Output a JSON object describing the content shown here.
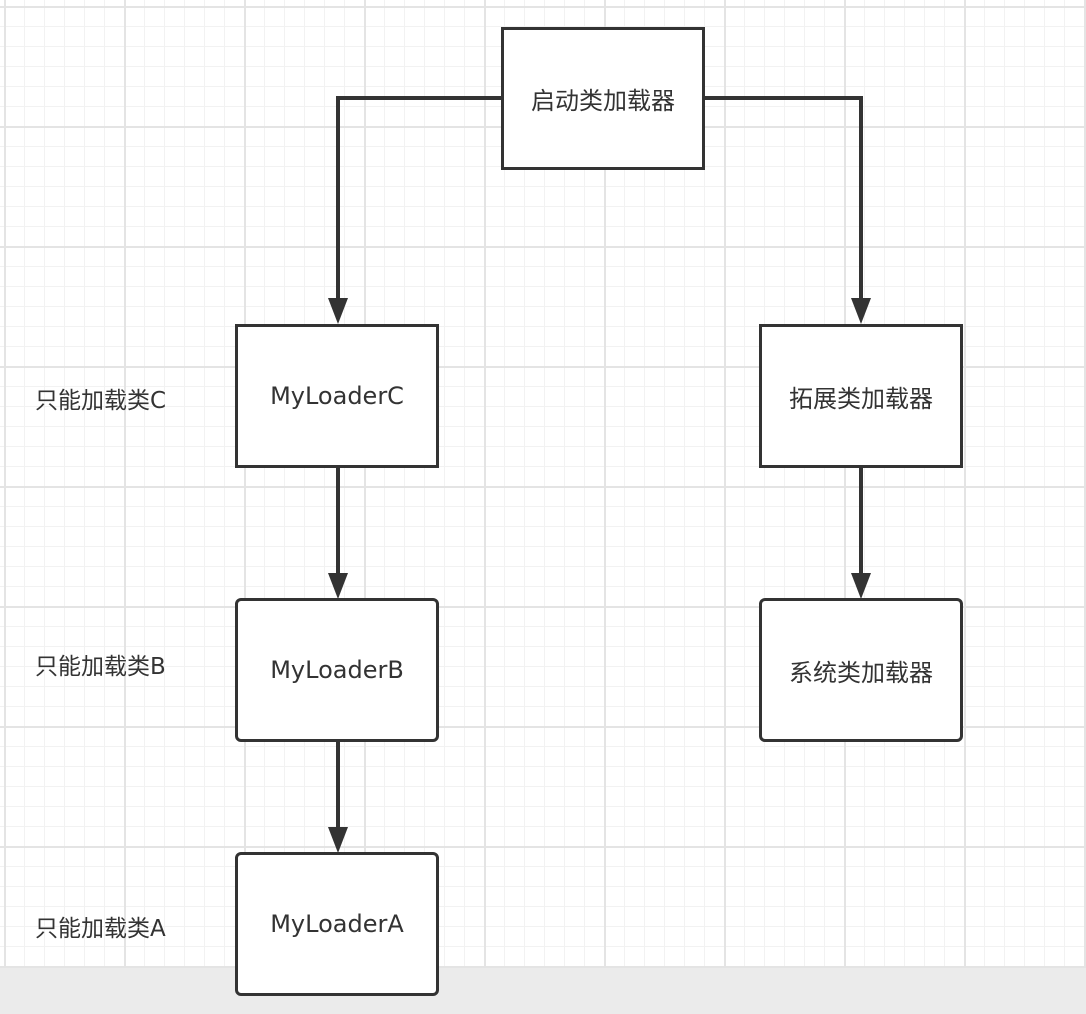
{
  "nodes": {
    "bootstrap": "启动类加载器",
    "loader_c": "MyLoaderC",
    "extension": "拓展类加载器",
    "loader_b": "MyLoaderB",
    "system": "系统类加载器",
    "loader_a": "MyLoaderA"
  },
  "notes": {
    "c": "只能加载类C",
    "b": "只能加载类B",
    "a": "只能加载类A"
  },
  "edges": [
    {
      "from": "启动类加载器",
      "to": "MyLoaderC"
    },
    {
      "from": "启动类加载器",
      "to": "拓展类加载器"
    },
    {
      "from": "MyLoaderC",
      "to": "MyLoaderB"
    },
    {
      "from": "拓展类加载器",
      "to": "系统类加载器"
    },
    {
      "from": "MyLoaderB",
      "to": "MyLoaderA"
    }
  ],
  "colors": {
    "stroke": "#333333",
    "background": "#ffffff",
    "grid_major": "#e4e4e4",
    "grid_minor": "#f2f2f2"
  }
}
